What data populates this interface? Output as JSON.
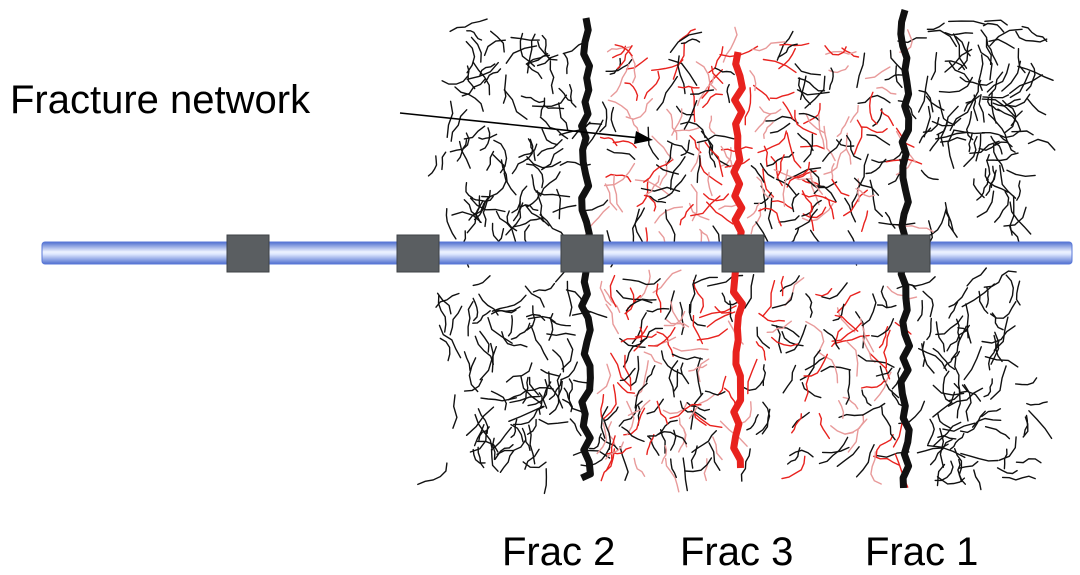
{
  "annotation": {
    "text": "Fracture network"
  },
  "fractures": [
    {
      "label": "Frac 2",
      "color": "#111111"
    },
    {
      "label": "Frac 3",
      "color": "#e8221e"
    },
    {
      "label": "Frac 1",
      "color": "#111111"
    }
  ],
  "colors": {
    "wellbore": "#6f8fe0",
    "wellbore_highlight": "#eef3ff",
    "packer": "#5a5e61",
    "network_black": "#111111",
    "network_red": "#e8221e",
    "network_red_light": "#e89a9a"
  }
}
